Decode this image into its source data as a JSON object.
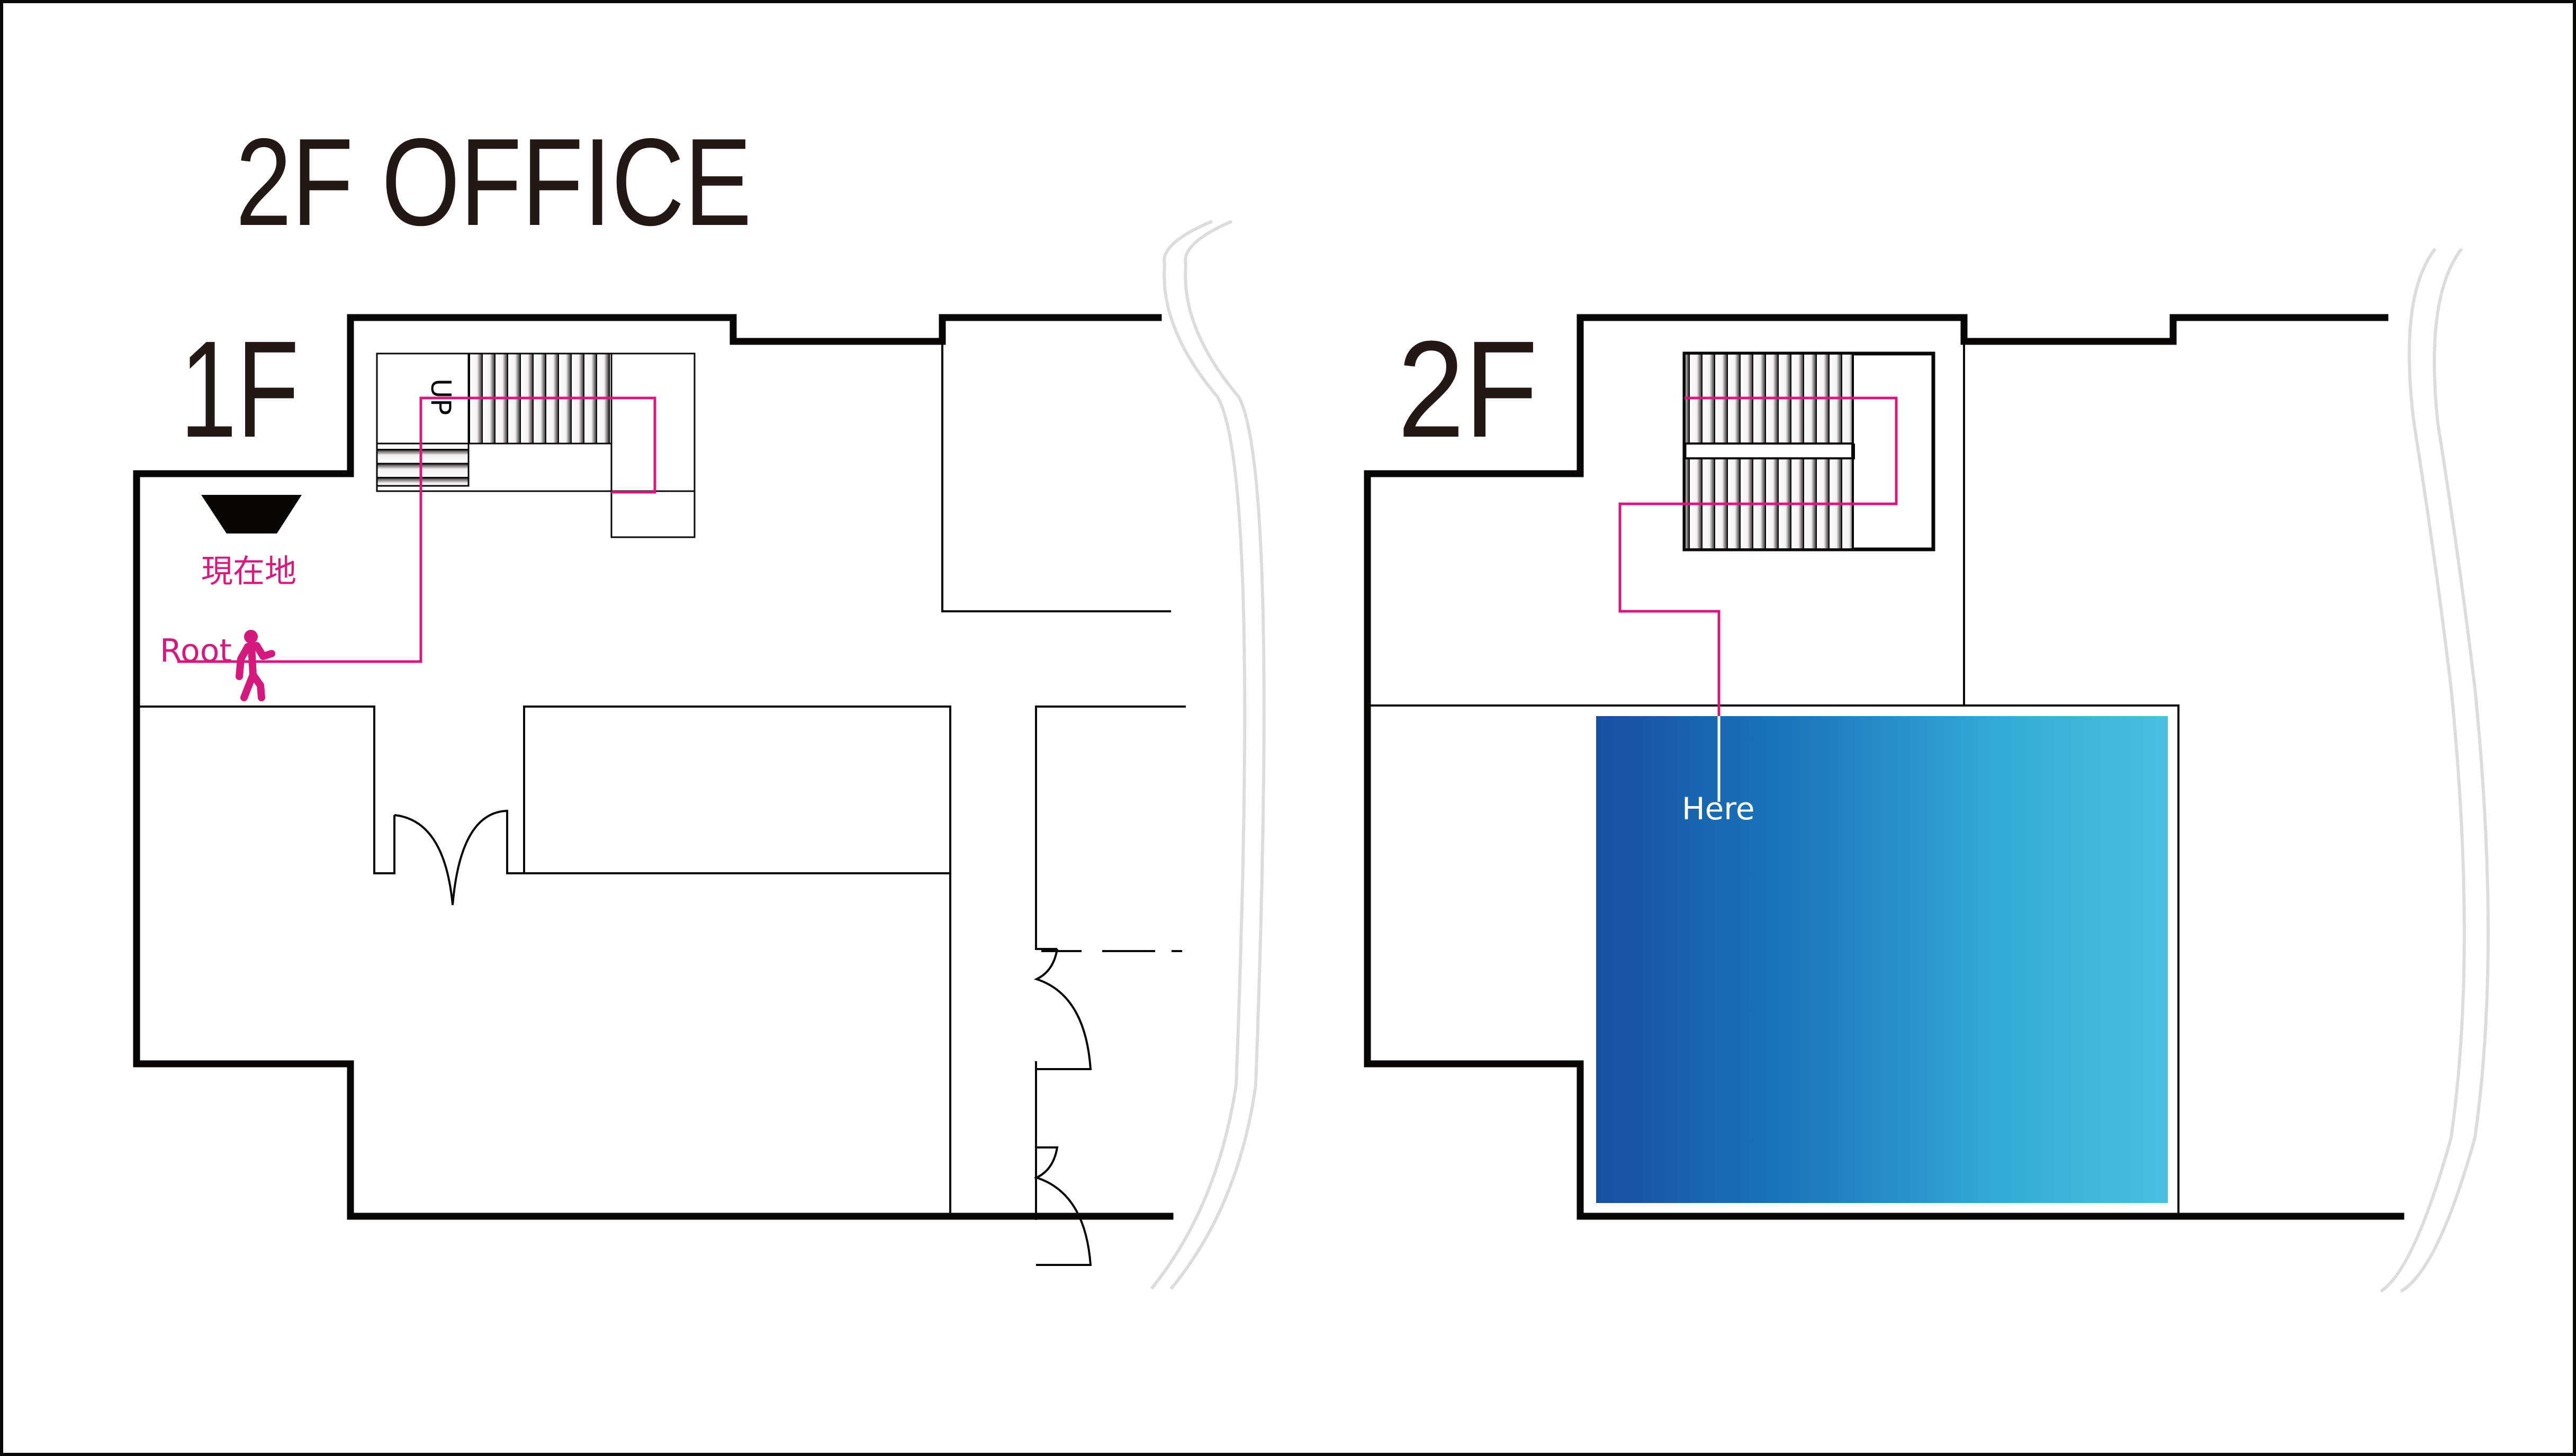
{
  "title": "2F OFFICE",
  "colors": {
    "route": "#d6197c",
    "wall": "#0a0707",
    "room_gradient_start": "#1650a2",
    "room_gradient_mid": "#2a8ccc",
    "room_gradient_end": "#4abfe0",
    "break_line": "#dcdcdc"
  },
  "floors": [
    {
      "id": "1F",
      "label": "1F",
      "stairs_label": "UP",
      "current_location_label": "現在地",
      "route_start_label": "Root",
      "icons": [
        "current-location-marker",
        "walking-person"
      ]
    },
    {
      "id": "2F",
      "label": "2F",
      "destination_label": "Here",
      "destination_room": "highlighted-room"
    }
  ]
}
